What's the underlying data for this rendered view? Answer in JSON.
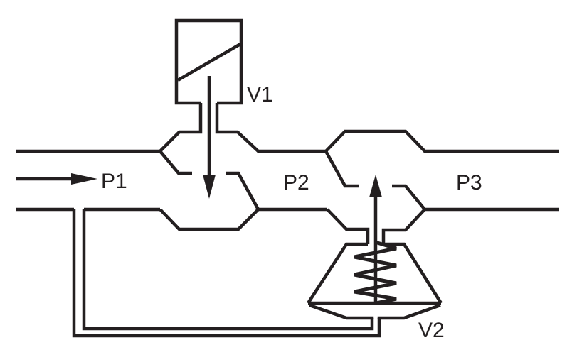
{
  "diagram": {
    "labels": {
      "v1": "V1",
      "v2": "V2",
      "p1": "P1",
      "p2": "P2",
      "p3": "P3"
    },
    "colors": {
      "line": "#231f20",
      "background": "#ffffff"
    }
  }
}
